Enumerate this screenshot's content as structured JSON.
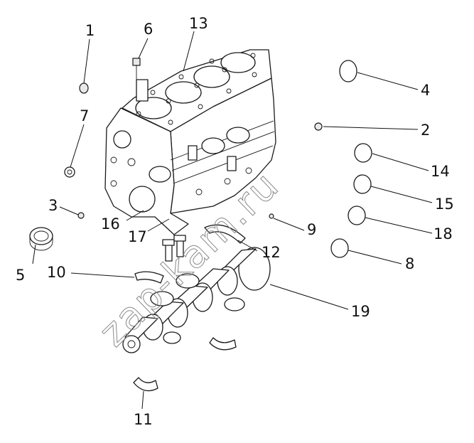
{
  "watermark": "zap-kam.ru",
  "callouts": [
    {
      "id": "1",
      "label": "1"
    },
    {
      "id": "2",
      "label": "2"
    },
    {
      "id": "3",
      "label": "3"
    },
    {
      "id": "4",
      "label": "4"
    },
    {
      "id": "5",
      "label": "5"
    },
    {
      "id": "6",
      "label": "6"
    },
    {
      "id": "7",
      "label": "7"
    },
    {
      "id": "8",
      "label": "8"
    },
    {
      "id": "9",
      "label": "9"
    },
    {
      "id": "10",
      "label": "10"
    },
    {
      "id": "11",
      "label": "11"
    },
    {
      "id": "12",
      "label": "12"
    },
    {
      "id": "13",
      "label": "13"
    },
    {
      "id": "14",
      "label": "14"
    },
    {
      "id": "15",
      "label": "15"
    },
    {
      "id": "16",
      "label": "16"
    },
    {
      "id": "17",
      "label": "17"
    },
    {
      "id": "18",
      "label": "18"
    },
    {
      "id": "19",
      "label": "19"
    }
  ]
}
